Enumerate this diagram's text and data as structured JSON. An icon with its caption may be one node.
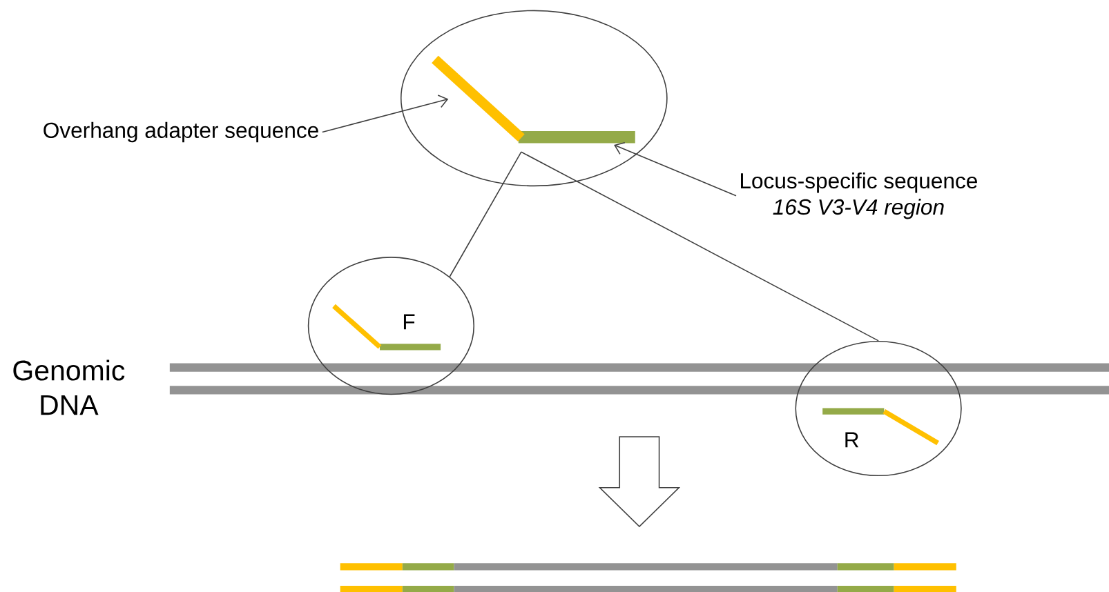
{
  "diagram": {
    "nodes": [
      {
        "text": [],
        "shape": "circle"
      },
      {
        "text": [
          "F"
        ]
      },
      {
        "text": [
          "R"
        ]
      },
      {
        "text": [
          "Overhang adapter sequence"
        ]
      },
      {
        "text": [
          "Locus-specific sequence",
          "16S V3-V4 region"
        ]
      }
    ],
    "edges": [
      {
        "from": 3,
        "to": 0,
        "arrow": "to"
      },
      {
        "from": 4,
        "to": 0,
        "arrow": "to"
      },
      {
        "from": 1,
        "to": 0,
        "arrow": "none"
      },
      {
        "from": 2,
        "to": 0,
        "arrow": "none"
      }
    ],
    "labels": [
      "Genomic DNA"
    ]
  }
}
